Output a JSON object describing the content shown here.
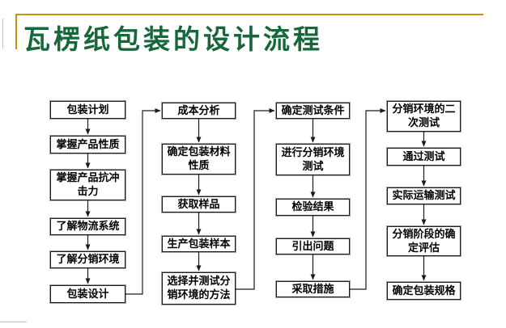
{
  "title": {
    "text": "瓦楞纸包装的设计流程"
  },
  "colors": {
    "title_green": "#16683B",
    "accent_gold": "#C79500",
    "box_border": "#1c1c1c",
    "connector": "#1a1a1a"
  },
  "flowchart": {
    "columns": [
      {
        "boxes": [
          {
            "label": "包装计划"
          },
          {
            "label": "掌握产品性质"
          },
          {
            "label": "掌握产品抗冲击力"
          },
          {
            "label": "了解物流系统"
          },
          {
            "label": "了解分销环境"
          },
          {
            "label": "包装设计"
          }
        ]
      },
      {
        "boxes": [
          {
            "label": "成本分析"
          },
          {
            "label": "确定包装材料性质"
          },
          {
            "label": "获取样品"
          },
          {
            "label": "生产包装样本"
          },
          {
            "label": "选择并测试分销环境的方法"
          }
        ]
      },
      {
        "boxes": [
          {
            "label": "确定测试条件"
          },
          {
            "label": "进行分销环境测试"
          },
          {
            "label": "检验结果"
          },
          {
            "label": "引出问题"
          },
          {
            "label": "采取措施"
          }
        ]
      },
      {
        "boxes": [
          {
            "label": "分销环境的二次测试"
          },
          {
            "label": "通过测试"
          },
          {
            "label": "实际运输测试"
          },
          {
            "label": "分销阶段的确定评估"
          },
          {
            "label": "确定包装规格"
          }
        ]
      }
    ]
  }
}
